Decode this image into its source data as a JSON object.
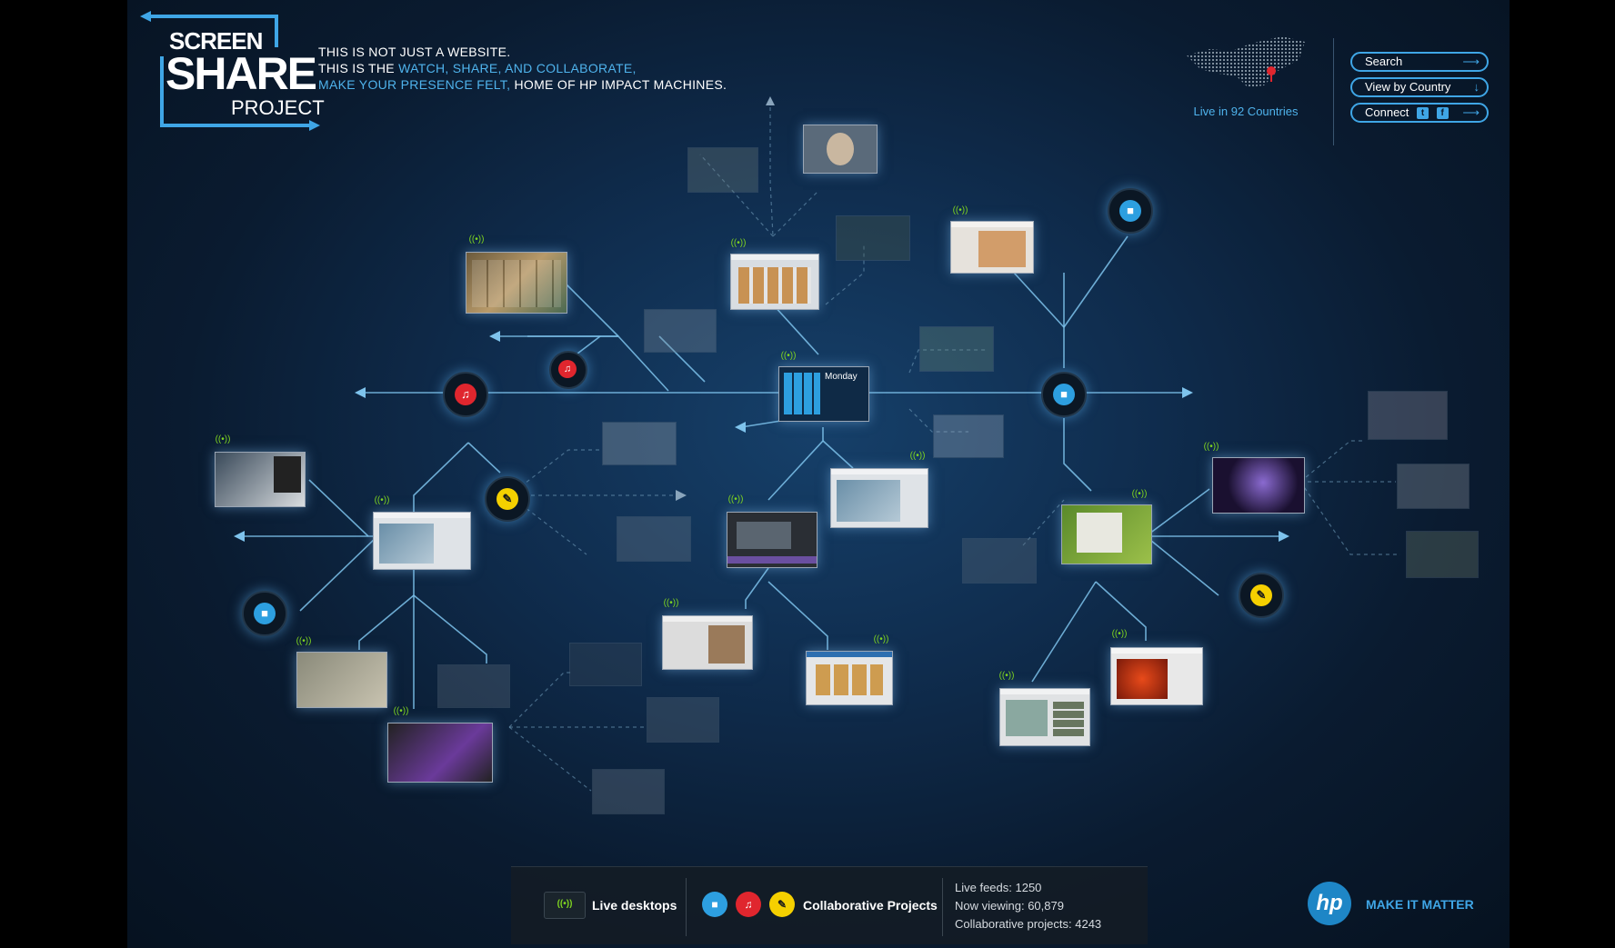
{
  "logo": {
    "line1": "SCREEN",
    "line2": "SHARE",
    "line3": "PROJECT"
  },
  "tagline": {
    "line1": "THIS IS NOT JUST A WEBSITE.",
    "line2_prefix": "THIS IS THE ",
    "line2_highlight": "WATCH, SHARE, AND COLLABORATE,",
    "line3_highlight": "MAKE YOUR PRESENCE FELT,",
    "line3_suffix": " HOME OF HP IMPACT MACHINES."
  },
  "world": {
    "live_label": "Live in 92 Countries"
  },
  "topnav": {
    "search": "Search",
    "view_by_country": "View by Country",
    "connect": "Connect",
    "twitter_glyph": "t",
    "facebook_glyph": "f"
  },
  "feed": {
    "window_label": "Monday"
  },
  "signal_glyph": "((•))",
  "legend": {
    "live_desktops": "Live desktops",
    "collaborative_projects": "Collaborative Projects"
  },
  "stats": {
    "live_feeds": "Live feeds: 1250",
    "now_viewing": "Now viewing: 60,879",
    "collaborative_projects": "Collaborative projects: 4243"
  },
  "brand": {
    "hp_mark": "hp",
    "slogan": "MAKE IT MATTER"
  },
  "colors": {
    "accent": "#3fa6e6",
    "live": "#7ed321",
    "music": "#e0262e",
    "pencil": "#f5d000",
    "video": "#2d9fe0"
  }
}
